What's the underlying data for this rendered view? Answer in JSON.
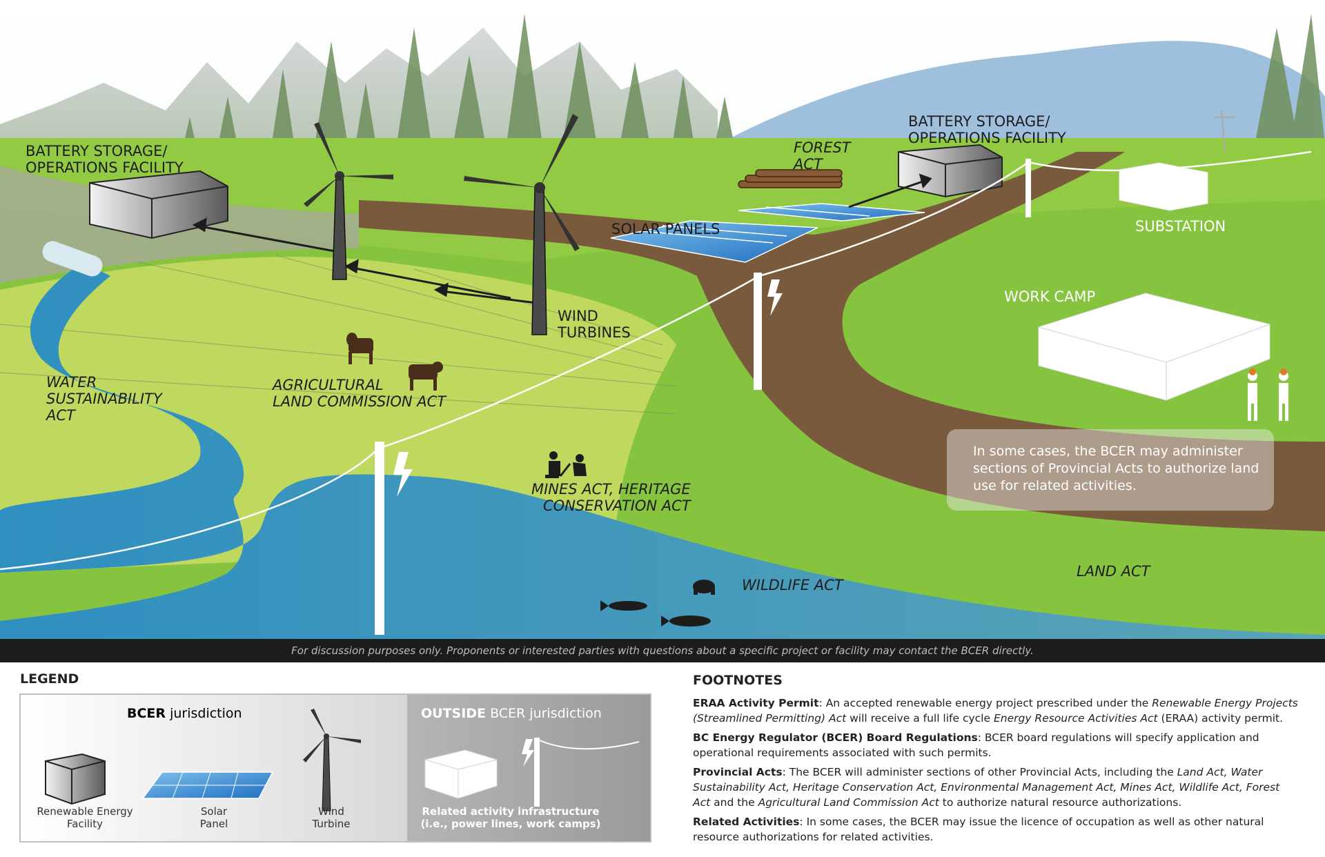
{
  "scene": {
    "labels": {
      "battery_left": [
        "BATTERY STORAGE/",
        "OPERATIONS FACILITY"
      ],
      "battery_right": [
        "BATTERY STORAGE/",
        "OPERATIONS FACILITY"
      ],
      "forest_act": [
        "FOREST",
        "ACT"
      ],
      "solar_panels": "SOLAR PANELS",
      "substation": "SUBSTATION",
      "work_camp": "WORK CAMP",
      "wind_turbines": [
        "WIND",
        "TURBINES"
      ],
      "water_act": [
        "WATER",
        "SUSTAINABILITY",
        "ACT"
      ],
      "agri_act": [
        "AGRICULTURAL",
        "LAND COMMISSION ACT"
      ],
      "mines_act": [
        "MINES ACT, HERITAGE",
        "CONSERVATION ACT"
      ],
      "wildlife_act": "WILDLIFE ACT",
      "land_act": "LAND ACT"
    },
    "note": "In some cases, the BCER may administer sections of Provincial Acts to authorize land use for related activities.",
    "disclaimer": "For discussion purposes only. Proponents or interested parties with questions about a specific project or facility may contact the BCER directly."
  },
  "legend": {
    "title": "LEGEND",
    "inside_head_bold": "BCER",
    "inside_head_rest": " jurisdiction",
    "outside_head_bold": "OUTSIDE",
    "outside_head_rest": " BCER jurisdiction",
    "items": {
      "facility": [
        "Renewable Energy",
        "Facility"
      ],
      "solar": [
        "Solar",
        "Panel"
      ],
      "turbine": [
        "Wind",
        "Turbine"
      ],
      "related": [
        "Related activity infrastructure",
        "(i.e., power lines, work camps)"
      ]
    }
  },
  "footnotes": {
    "title": "FOOTNOTES",
    "eraa_term": "ERAA Activity Permit",
    "eraa_a": ": An accepted renewable energy project prescribed under the ",
    "eraa_b": "Renewable Energy Projects (Streamlined Permitting) Act",
    "eraa_c": " will receive a full life cycle ",
    "eraa_d": "Energy Resource Activities Act",
    "eraa_e": " (ERAA) activity permit.",
    "board_term": "BC Energy Regulator (BCER) Board Regulations",
    "board_text": ": BCER board regulations will specify application and operational requirements associated with such permits.",
    "prov_term": "Provincial Acts",
    "prov_a": ": The BCER will administer sections of other Provincial Acts, including the ",
    "prov_b": "Land Act, Water Sustainability Act, Heritage Conservation Act, Environmental Management Act, Mines Act, Wildlife Act, Forest Act",
    "prov_c": " and the ",
    "prov_d": "Agricultural Land Commission Act",
    "prov_e": " to authorize natural resource authorizations.",
    "rel_term": "Related Activities",
    "rel_text": ": In some cases, the BCER may issue the licence of occupation as well as other natural resource authorizations for related activities."
  },
  "colors": {
    "grass": "#86c440",
    "river": "#3a9cc4",
    "road": "#7a5a3c",
    "disclaimer_bar": "#1c1c1c"
  }
}
